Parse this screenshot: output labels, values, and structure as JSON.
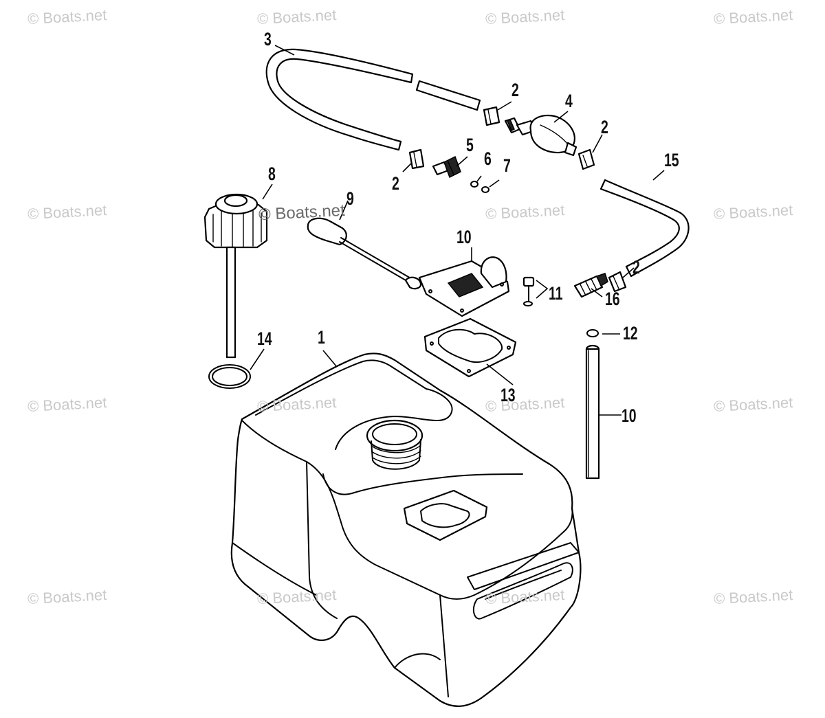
{
  "watermark": "© Boats.net",
  "callouts": {
    "c3": "3",
    "c2a": "2",
    "c4": "4",
    "c2b": "2",
    "c5": "5",
    "c15": "15",
    "c2c": "2",
    "c6": "6",
    "c7": "7",
    "c8": "8",
    "c9": "9",
    "c10a": "10",
    "c11": "11",
    "c16": "16",
    "c2d": "2",
    "c12": "12",
    "c14": "14",
    "c1": "1",
    "c13": "13",
    "c10b": "10"
  }
}
